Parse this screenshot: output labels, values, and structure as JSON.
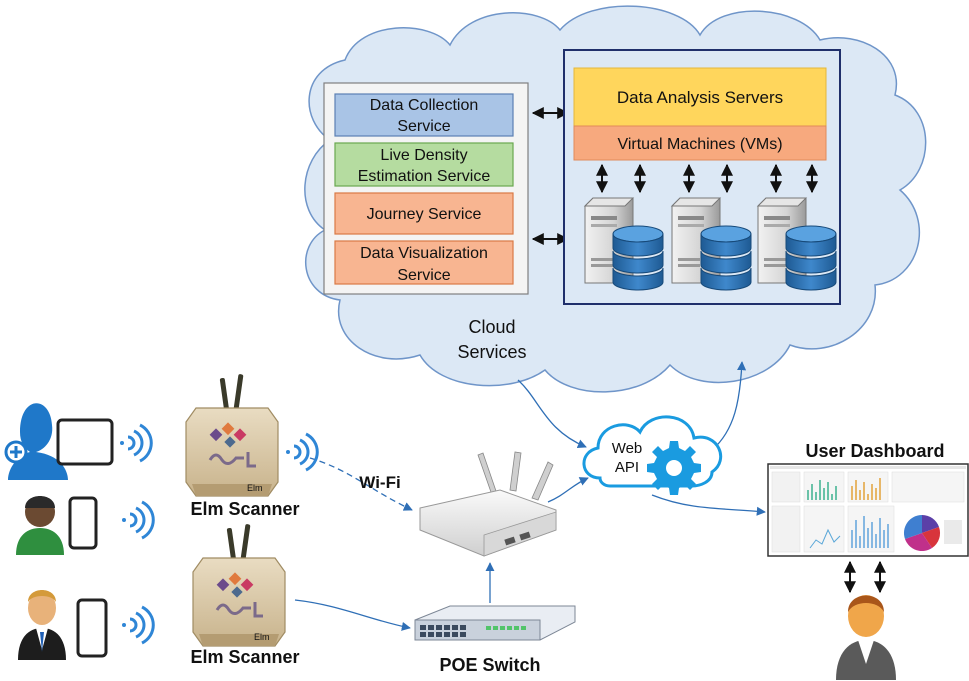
{
  "cloud": {
    "label_line1": "Cloud",
    "label_line2": "Services"
  },
  "services": [
    {
      "line1": "Data Collection",
      "line2": "Service",
      "fill": "#a9c4e6",
      "stroke": "#5b7fb3"
    },
    {
      "line1": "Live Density",
      "line2": "Estimation Service",
      "fill": "#b5dca0",
      "stroke": "#6aa84f"
    },
    {
      "line1": "Journey Service",
      "line2": "",
      "fill": "#f8b591",
      "stroke": "#d97a45"
    },
    {
      "line1": "Data Visualization",
      "line2": "Service",
      "fill": "#f8b591",
      "stroke": "#d97a45"
    }
  ],
  "servers": {
    "analysis_label": "Data Analysis Servers",
    "vm_label": "Virtual Machines (VMs)"
  },
  "web_api": {
    "line1": "Web",
    "line2": "API"
  },
  "devices": {
    "wifi_label": "Wi-Fi",
    "scanner_label_1": "Elm Scanner",
    "scanner_label_2": "Elm Scanner",
    "scanner_brand": "Elm",
    "switch_label": "POE Switch",
    "dashboard_label": "User Dashboard"
  },
  "colors": {
    "cloud_fill": "#dce8f5",
    "cloud_stroke": "#6f95c9",
    "server_frame": "#1f2f6b",
    "analysis_fill": "#ffd65c",
    "vm_fill": "#f7a97e",
    "wifi_blue": "#2f86d6",
    "scanner_body": "#d9c7a6",
    "database_blue": "#2d6fae",
    "gear_blue": "#1a9be0"
  }
}
